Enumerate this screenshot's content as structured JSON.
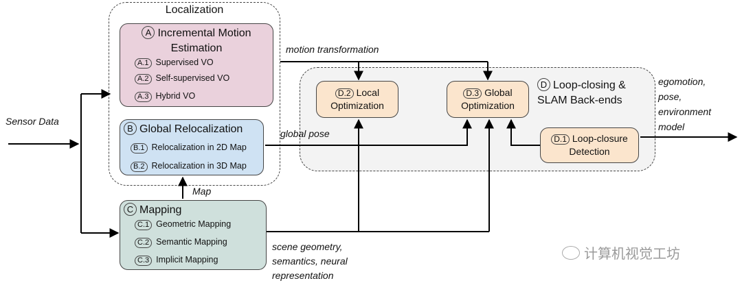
{
  "localization": {
    "title": "Localization",
    "incremental": {
      "letter": "A",
      "title_line1": "Incremental Motion",
      "title_line2": "Estimation",
      "items": [
        {
          "tag": "A.1",
          "label": "Supervised VO"
        },
        {
          "tag": "A.2",
          "label": "Self-supervised VO"
        },
        {
          "tag": "A.3",
          "label": "Hybrid VO"
        }
      ]
    },
    "relocalization": {
      "letter": "B",
      "title": "Global Relocalization",
      "items": [
        {
          "tag": "B.1",
          "label": "Relocalization in 2D Map"
        },
        {
          "tag": "B.2",
          "label": "Relocalization in 3D Map"
        }
      ]
    }
  },
  "mapping": {
    "letter": "C",
    "title": "Mapping",
    "items": [
      {
        "tag": "C.1",
        "label": "Geometric Mapping"
      },
      {
        "tag": "C.2",
        "label": "Semantic Mapping"
      },
      {
        "tag": "C.3",
        "label": "Implicit Mapping"
      }
    ]
  },
  "backend": {
    "letter": "D",
    "title_line1": "Loop-closing &",
    "title_line2": "SLAM Back-ends",
    "local_opt": {
      "tag": "D.2",
      "line1": "Local",
      "line2": "Optimization"
    },
    "global_opt": {
      "tag": "D.3",
      "line1": "Global",
      "line2": "Optimization"
    },
    "loop_det": {
      "tag": "D.1",
      "line1": "Loop-closure",
      "line2": "Detection"
    }
  },
  "labels": {
    "sensor_data": "Sensor Data",
    "motion_transformation": "motion transformation",
    "global_pose": "global pose",
    "map": "Map",
    "scene_line1": "scene geometry,",
    "scene_line2": "semantics, neural",
    "scene_line3": "representation",
    "out_line1": "egomotion,",
    "out_line2": "pose,",
    "out_line3": "environment",
    "out_line4": "model"
  },
  "watermark": "计算机视觉工坊",
  "colors": {
    "incremental_fill": "#ead1dc",
    "relocalization_fill": "#cfe2f3",
    "mapping_fill": "#cfe0dc",
    "optimization_fill": "#fbe5cd",
    "backend_group_fill": "#f3f3f3"
  }
}
